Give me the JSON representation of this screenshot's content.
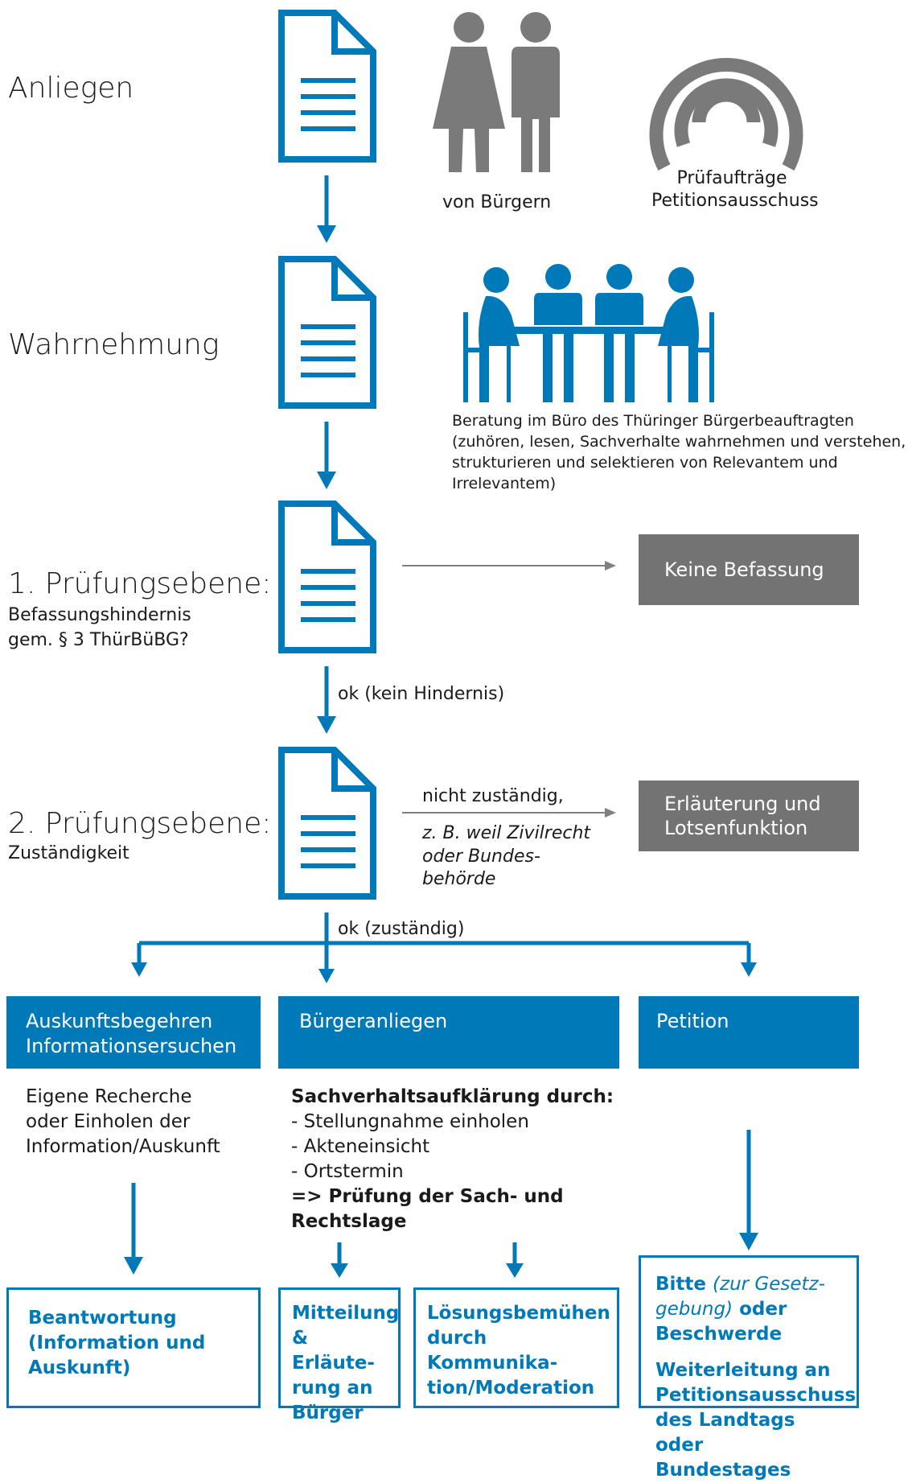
{
  "stages": {
    "anliegen": "Anliegen",
    "wahrnehmung": "Wahrnehmung",
    "pruef1_title": "1. Prüfungsebene:",
    "pruef1_sub1": "Befassungshindernis",
    "pruef1_sub2": "gem. § 3 ThürBüBG?",
    "pruef2_title": "2. Prüfungsebene:",
    "pruef2_sub": "Zuständigkeit"
  },
  "captions": {
    "buergern": "von Bürgern",
    "pruef_line1": "Prüfaufträge",
    "pruef_line2": "Petitionsausschuss",
    "beratung": [
      "Beratung im Büro des Thüringer Bürgerbeauftragten",
      "(zuhören, lesen, Sachverhalte wahrnehmen und verstehen,",
      "strukturieren und selektieren von Relevantem und",
      "Irrelevantem)"
    ]
  },
  "flow": {
    "ok_kein": "ok (kein Hindernis)",
    "ok_zustaendig": "ok (zuständig)",
    "nicht_zustaendig": "nicht zuständig,",
    "zb": [
      "z. B. weil Zivilrecht",
      "oder Bundes-",
      "behörde"
    ]
  },
  "grey_boxes": {
    "keine": "Keine Befassung",
    "erlaeuterung": [
      "Erläuterung und",
      "Lotsenfunktion"
    ]
  },
  "categories": {
    "auskunft": [
      "Auskunftsbegehren",
      "Informationsersuchen"
    ],
    "buergeranliegen": "Bürgeranliegen",
    "petition": "Petition"
  },
  "auskunft_text": [
    "Eigene Recherche",
    "oder Einholen der",
    "Information/Auskunft"
  ],
  "buerger_text": {
    "heading": "Sachverhaltsaufklärung durch:",
    "items": [
      "- Stellungnahme einholen",
      "- Akteneinsicht",
      "- Ortstermin"
    ],
    "result": [
      "=> Prüfung der Sach- und",
      "Rechtslage"
    ]
  },
  "outcomes": {
    "beantwortung": [
      "Beantwortung",
      "(Information und",
      "Auskunft)"
    ],
    "mitteilung": [
      "Mitteilung",
      "& Erläute-",
      "rung an",
      "Bürger"
    ],
    "loesung": [
      "Lösungsbemühen",
      "durch Kommunika-",
      "tion/Moderation"
    ],
    "bitte": "Bitte",
    "gesetz": [
      "(zur Gesetz-",
      "gebung)"
    ],
    "oder": "oder",
    "beschwerde": "Beschwerde",
    "weiter": [
      "Weiterleitung an",
      "Petitionsausschuss",
      "des Landtags oder",
      "Bundestages"
    ]
  },
  "colors": {
    "blue": "#0079b8",
    "grey": "#737373",
    "icon_grey": "#7a7a7a"
  }
}
